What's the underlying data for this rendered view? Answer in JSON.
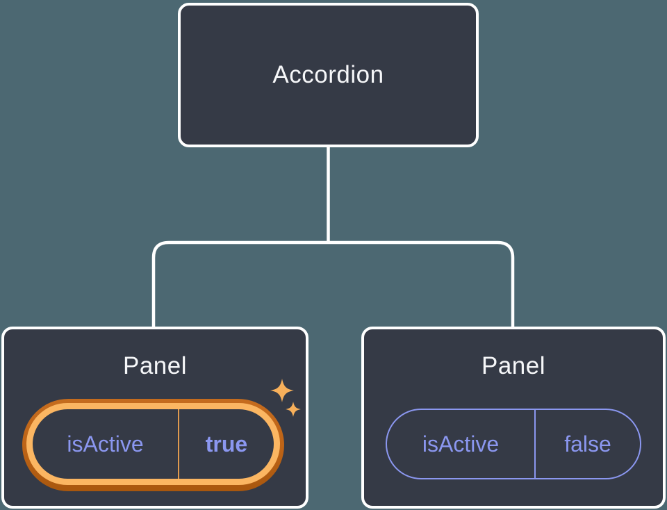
{
  "diagram": {
    "kind": "component-tree",
    "tree": {
      "root": {
        "label": "Accordion"
      },
      "children": [
        {
          "label": "Panel",
          "state": {
            "name": "isActive",
            "value": "true"
          },
          "highlighted": true
        },
        {
          "label": "Panel",
          "state": {
            "name": "isActive",
            "value": "false"
          },
          "highlighted": false
        }
      ]
    },
    "icons": {
      "sparkles": "sparkles-icon"
    },
    "colors": {
      "background": "#4c6872",
      "node_fill": "#353a46",
      "node_border": "#ffffff",
      "title_text": "#f6f7f9",
      "state_purple": "#8b97f0",
      "highlight_ring_outer": "#bd6316",
      "highlight_ring_inner": "#fbb662",
      "highlight_divider": "#e09a4e",
      "sparkle": "#f7b05b",
      "connector": "#ffffff"
    }
  }
}
